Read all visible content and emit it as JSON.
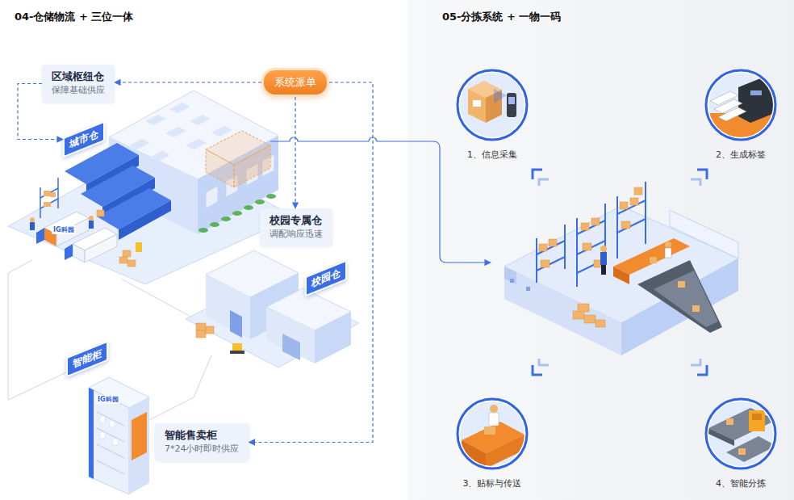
{
  "diagram": {
    "title": "04-仓储物流 + 三位一体",
    "nodes": [
      {
        "text": [
          "区域枢纽仓",
          "保障基础供应"
        ]
      },
      {
        "text": [
          "系统派单"
        ]
      },
      {
        "text": [
          "城市仓"
        ]
      },
      {
        "text": [
          "校园专属仓",
          "调配响应迅速"
        ]
      },
      {
        "text": [
          "校园仓"
        ]
      },
      {
        "text": [
          "智能柜"
        ]
      },
      {
        "text": [
          "智能售卖柜",
          "7*24小时即时供应"
        ]
      },
      {
        "text": [
          "1、信息采集"
        ]
      },
      {
        "text": [
          "2、生成标签"
        ]
      },
      {
        "text": [
          "3、贴标与传送"
        ]
      },
      {
        "text": [
          "4、智能分拣"
        ]
      }
    ],
    "edges": [
      {
        "from": 1,
        "to": 0,
        "arrow": "to"
      },
      {
        "from": 0,
        "to": 2,
        "arrow": "to"
      },
      {
        "from": 1,
        "to": 3,
        "arrow": "to"
      },
      {
        "from": 1,
        "to": 6,
        "arrow": "to"
      }
    ],
    "labels": [
      "05-分拣系统 + 一物一码",
      "IG科园",
      "IG科园"
    ]
  }
}
